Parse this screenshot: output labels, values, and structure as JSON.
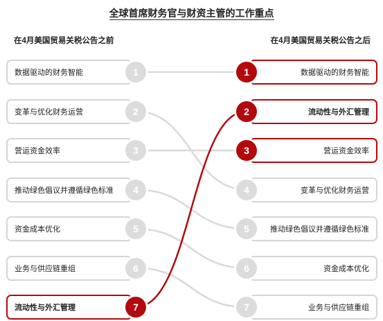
{
  "title": "全球首席财务官与财资主管的工作重点",
  "headers": {
    "left": "在4月美国贸易关税公告之前",
    "right": "在4月美国贸易关税公告之后"
  },
  "colors": {
    "highlight": "#b3090d",
    "muted": "#dcdcdc",
    "border": "#d6d6d6"
  },
  "left_items": [
    {
      "rank": "1",
      "label": "数据驱动的财务智能",
      "highlight": false
    },
    {
      "rank": "2",
      "label": "变革与优化财务运营",
      "highlight": false
    },
    {
      "rank": "3",
      "label": "营运资金效率",
      "highlight": false
    },
    {
      "rank": "4",
      "label": "推动绿色倡议并遵循绿色标准",
      "highlight": false
    },
    {
      "rank": "5",
      "label": "资金成本优化",
      "highlight": false
    },
    {
      "rank": "6",
      "label": "业务与供应链重组",
      "highlight": false
    },
    {
      "rank": "7",
      "label": "流动性与外汇管理",
      "highlight": true
    }
  ],
  "right_items": [
    {
      "rank": "1",
      "label": "数据驱动的财务智能",
      "highlight": true,
      "bold": false
    },
    {
      "rank": "2",
      "label": "流动性与外汇管理",
      "highlight": true,
      "bold": true
    },
    {
      "rank": "3",
      "label": "营运资金效率",
      "highlight": true,
      "bold": false
    },
    {
      "rank": "4",
      "label": "变革与优化财务运营",
      "highlight": false,
      "bold": false
    },
    {
      "rank": "5",
      "label": "推动绿色倡议并遵循绿色标准",
      "highlight": false,
      "bold": false
    },
    {
      "rank": "6",
      "label": "资金成本优化",
      "highlight": false,
      "bold": false
    },
    {
      "rank": "7",
      "label": "业务与供应链重组",
      "highlight": false,
      "bold": false
    }
  ],
  "links": [
    {
      "from": 1,
      "to": 1,
      "highlight": false
    },
    {
      "from": 2,
      "to": 4,
      "highlight": false
    },
    {
      "from": 3,
      "to": 3,
      "highlight": false
    },
    {
      "from": 4,
      "to": 5,
      "highlight": false
    },
    {
      "from": 5,
      "to": 6,
      "highlight": false
    },
    {
      "from": 6,
      "to": 7,
      "highlight": false
    },
    {
      "from": 7,
      "to": 2,
      "highlight": true
    }
  ]
}
